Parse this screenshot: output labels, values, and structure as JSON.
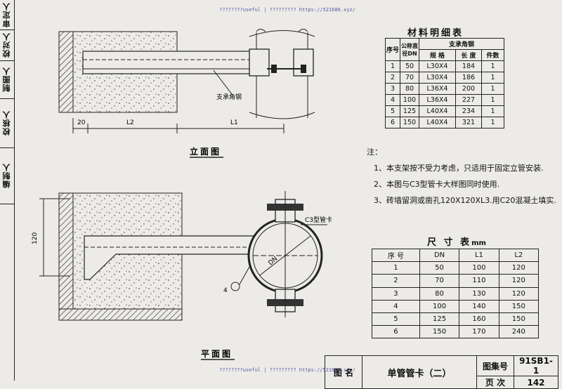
{
  "watermark": {
    "text": "????????useful | ????????? https://521686.xyz/"
  },
  "side_strip": [
    {
      "label": "审定人"
    },
    {
      "label": "校对人"
    },
    {
      "label": "制图人"
    },
    {
      "label": "校核人"
    },
    {
      "label": "编制人"
    }
  ],
  "elevation": {
    "title": "立面图",
    "angle_label": "支承角钢",
    "dims": {
      "left": "20",
      "l2": "L2",
      "l1": "L1"
    }
  },
  "plan": {
    "title": "平面图",
    "clamp_label": "C3型管卡",
    "dn_label": "DN",
    "dim_120": "120",
    "callout": "4"
  },
  "material_table": {
    "title": "材料明细表",
    "headers": {
      "seq": "序号",
      "dn": "公称直径DN",
      "group": "支承角钢",
      "spec": "规 格",
      "len": "长 度",
      "qty": "件数"
    },
    "rows": [
      {
        "seq": "1",
        "dn": "50",
        "spec": "L30X4",
        "len": "184",
        "qty": "1"
      },
      {
        "seq": "2",
        "dn": "70",
        "spec": "L30X4",
        "len": "186",
        "qty": "1"
      },
      {
        "seq": "3",
        "dn": "80",
        "spec": "L36X4",
        "len": "200",
        "qty": "1"
      },
      {
        "seq": "4",
        "dn": "100",
        "spec": "L36X4",
        "len": "227",
        "qty": "1"
      },
      {
        "seq": "5",
        "dn": "125",
        "spec": "L40X4",
        "len": "234",
        "qty": "1"
      },
      {
        "seq": "6",
        "dn": "150",
        "spec": "L40X4",
        "len": "321",
        "qty": "1"
      }
    ]
  },
  "notes": {
    "title": "注：",
    "items": [
      "1、本支架按不受力考虑，只适用于固定立管安装.",
      "2、本图与C3型管卡大样图同时使用.",
      "3、砖墙留洞或凿孔120X120XL3.用C20混凝土填实."
    ]
  },
  "dim_table": {
    "title": "尺 寸 表",
    "unit": "mm",
    "headers": [
      "序 号",
      "DN",
      "L1",
      "L2"
    ],
    "rows": [
      [
        "1",
        "50",
        "100",
        "120"
      ],
      [
        "2",
        "70",
        "110",
        "120"
      ],
      [
        "3",
        "80",
        "130",
        "120"
      ],
      [
        "4",
        "100",
        "140",
        "150"
      ],
      [
        "5",
        "125",
        "160",
        "150"
      ],
      [
        "6",
        "150",
        "170",
        "240"
      ]
    ]
  },
  "title_block": {
    "name_label": "图 名",
    "name": "单管管卡（二）",
    "set_label": "图集号",
    "set_value": "91SB1-1",
    "page_label": "页 次",
    "page_value": "142"
  }
}
